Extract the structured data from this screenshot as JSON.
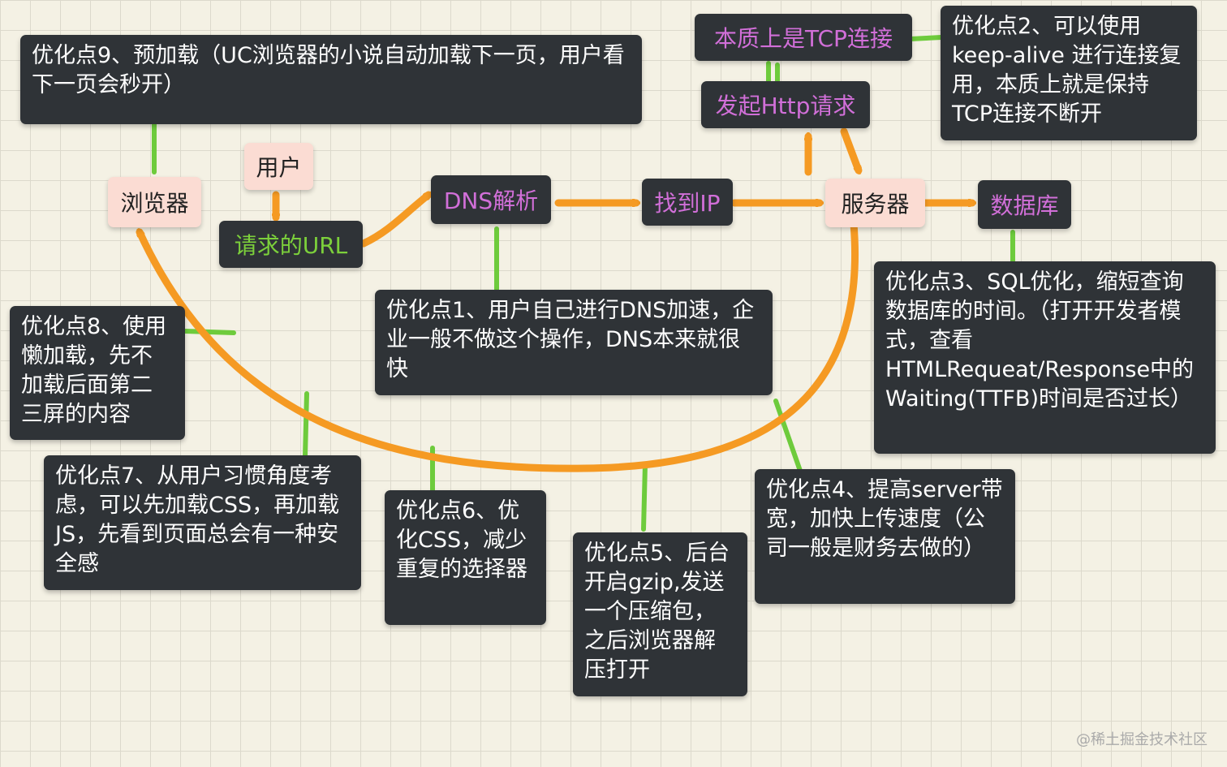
{
  "nodes": {
    "browser": "浏览器",
    "user": "用户",
    "url": "请求的URL",
    "dns": "DNS解析",
    "ip": "找到IP",
    "server": "服务器",
    "database": "数据库",
    "tcp": "本质上是TCP连接",
    "http": "发起Http请求"
  },
  "notes": {
    "opt1": "优化点1、用户自己进行DNS加速，企业一般不做这个操作，DNS本来就很快",
    "opt2": "优化点2、可以使用keep-alive 进行连接复用，本质上就是保持TCP连接不断开",
    "opt3": "优化点3、SQL优化，缩短查询数据库的时间。（打开开发者模式，查看HTMLRequeat/Response中的Waiting(TTFB)时间是否过长）",
    "opt4": "优化点4、提高server带宽，加快上传速度（公司一般是财务去做的）",
    "opt5": "优化点5、后台开启gzip,发送一个压缩包，之后浏览器解压打开",
    "opt6": "优化点6、优化CSS，减少重复的选择器",
    "opt7": "优化点7、从用户习惯角度考虑，可以先加载CSS，再加载JS，先看到页面总会有一种安全感",
    "opt8": "优化点8、使用懒加载，先不加载后面第二三屏的内容",
    "opt9": "优化点9、预加载（UC浏览器的小说自动加载下一页，用户看下一页会秒开）"
  },
  "watermark": "@稀土掘金技术社区",
  "colors": {
    "arrow": "#f59a23",
    "connector": "#6ecb3c",
    "note_bg": "#2f3337",
    "pink_node": "#fbdcd3",
    "purple_text": "#d16fd8",
    "green_text": "#7cd03b"
  }
}
